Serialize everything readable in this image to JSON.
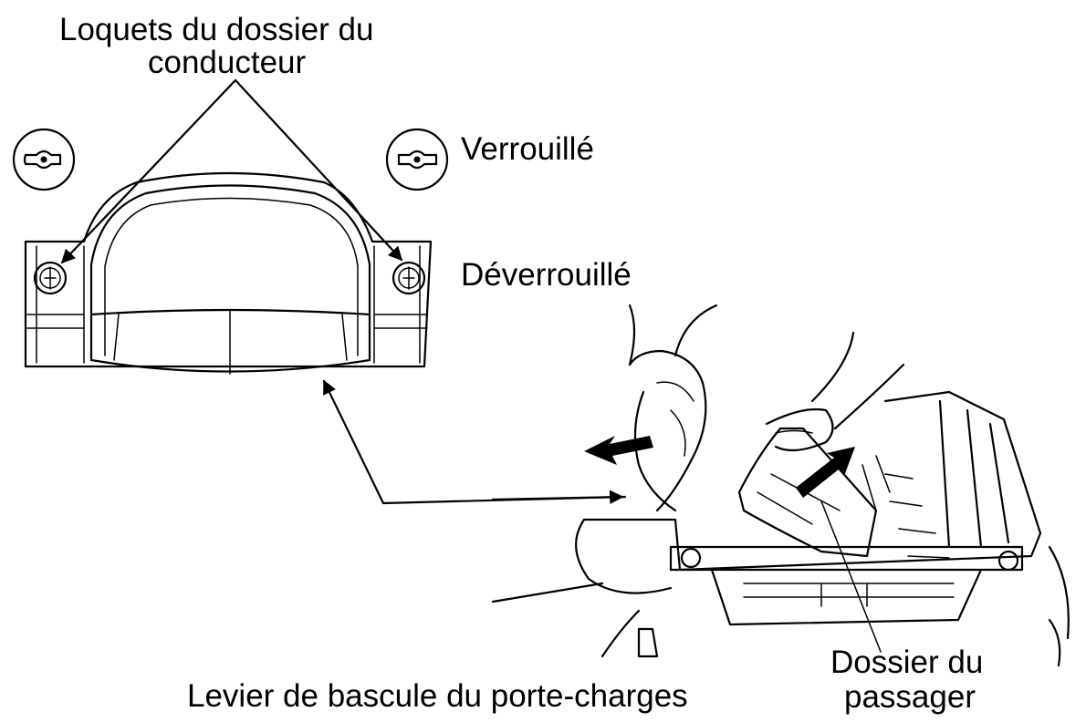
{
  "labels": {
    "driver_latches_line1": "Loquets du dossier du",
    "driver_latches_line2": "conducteur",
    "locked": "Verrouillé",
    "unlocked": "Déverrouillé",
    "tilt_lever": "Levier de bascule du porte-charges",
    "passenger_line1": "Dossier du",
    "passenger_line2": "passager"
  },
  "icons": [
    "latch-locked-icon",
    "latch-unlocked-icon",
    "arrow-icon"
  ],
  "colors": {
    "ink": "#000000",
    "background": "#ffffff"
  }
}
